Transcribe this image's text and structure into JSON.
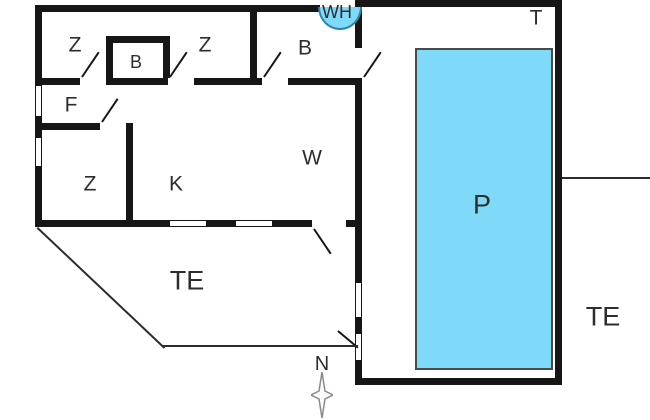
{
  "rooms": {
    "z1": "Z",
    "b1": "B",
    "z2": "Z",
    "b2": "B",
    "wh": "WH",
    "t": "T",
    "f": "F",
    "z3": "Z",
    "k": "K",
    "w": "W",
    "p": "P",
    "te1": "TE",
    "te2": "TE",
    "n": "N"
  },
  "colors": {
    "wall": "#161616",
    "pool_fill": "#7FD9F8",
    "wh_fill": "#7FD9F8"
  }
}
